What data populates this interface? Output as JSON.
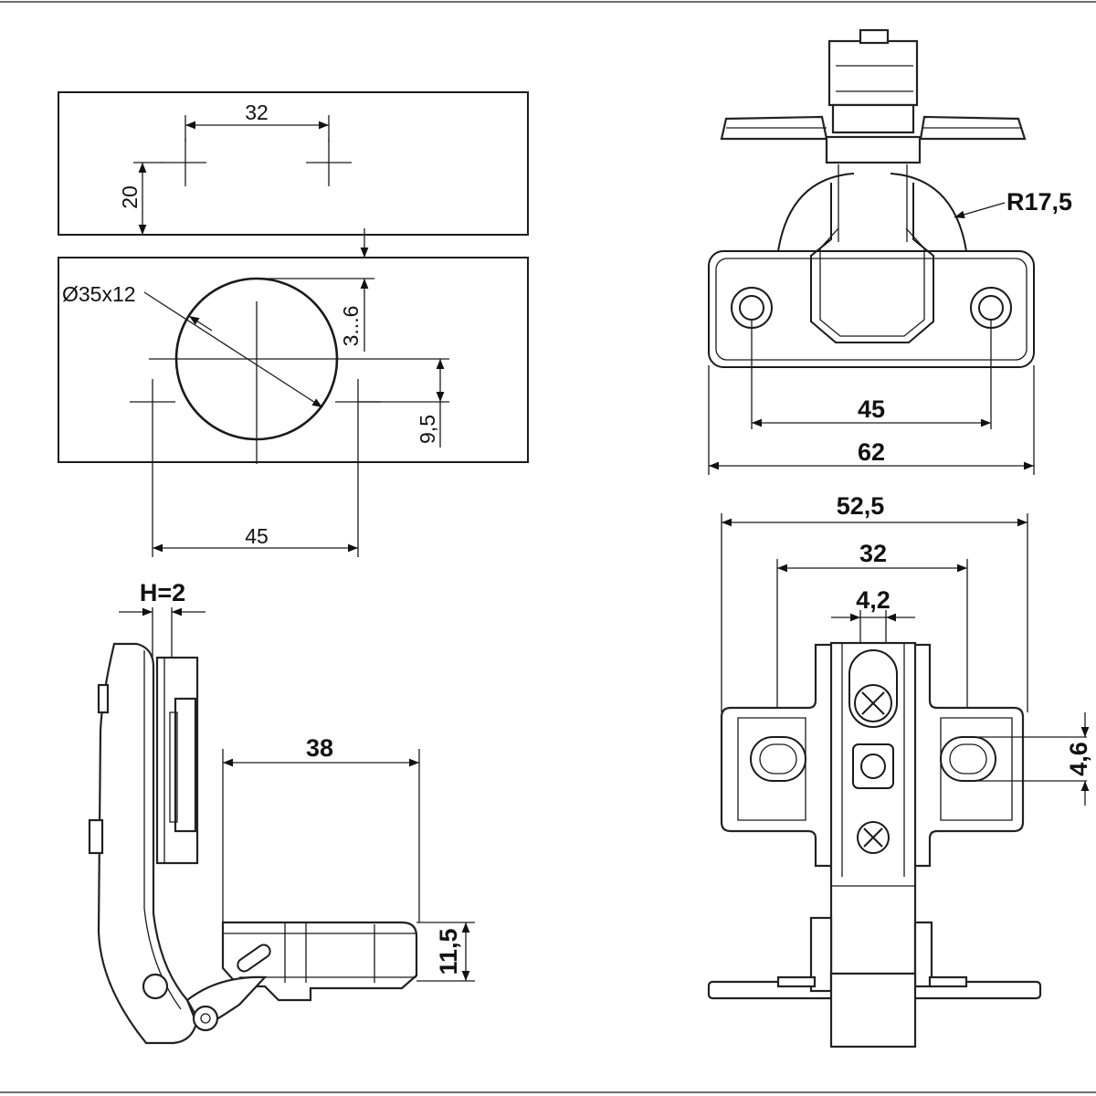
{
  "dims": {
    "drill_spacing_32": "32",
    "drill_offset_20": "20",
    "cup_diameter": "Ø35x12",
    "edge_distance": "3...6",
    "cup_offset": "9,5",
    "drill_spacing_45": "45",
    "radius": "R17,5",
    "plate_hole_spacing": "45",
    "plate_width": "62",
    "overall_width": "52,5",
    "arm_hole_spacing": "32",
    "slot_width": "4,2",
    "hole_size": "4,6",
    "overlay": "H=2",
    "plate_depth": "38",
    "plate_height": "11,5"
  }
}
